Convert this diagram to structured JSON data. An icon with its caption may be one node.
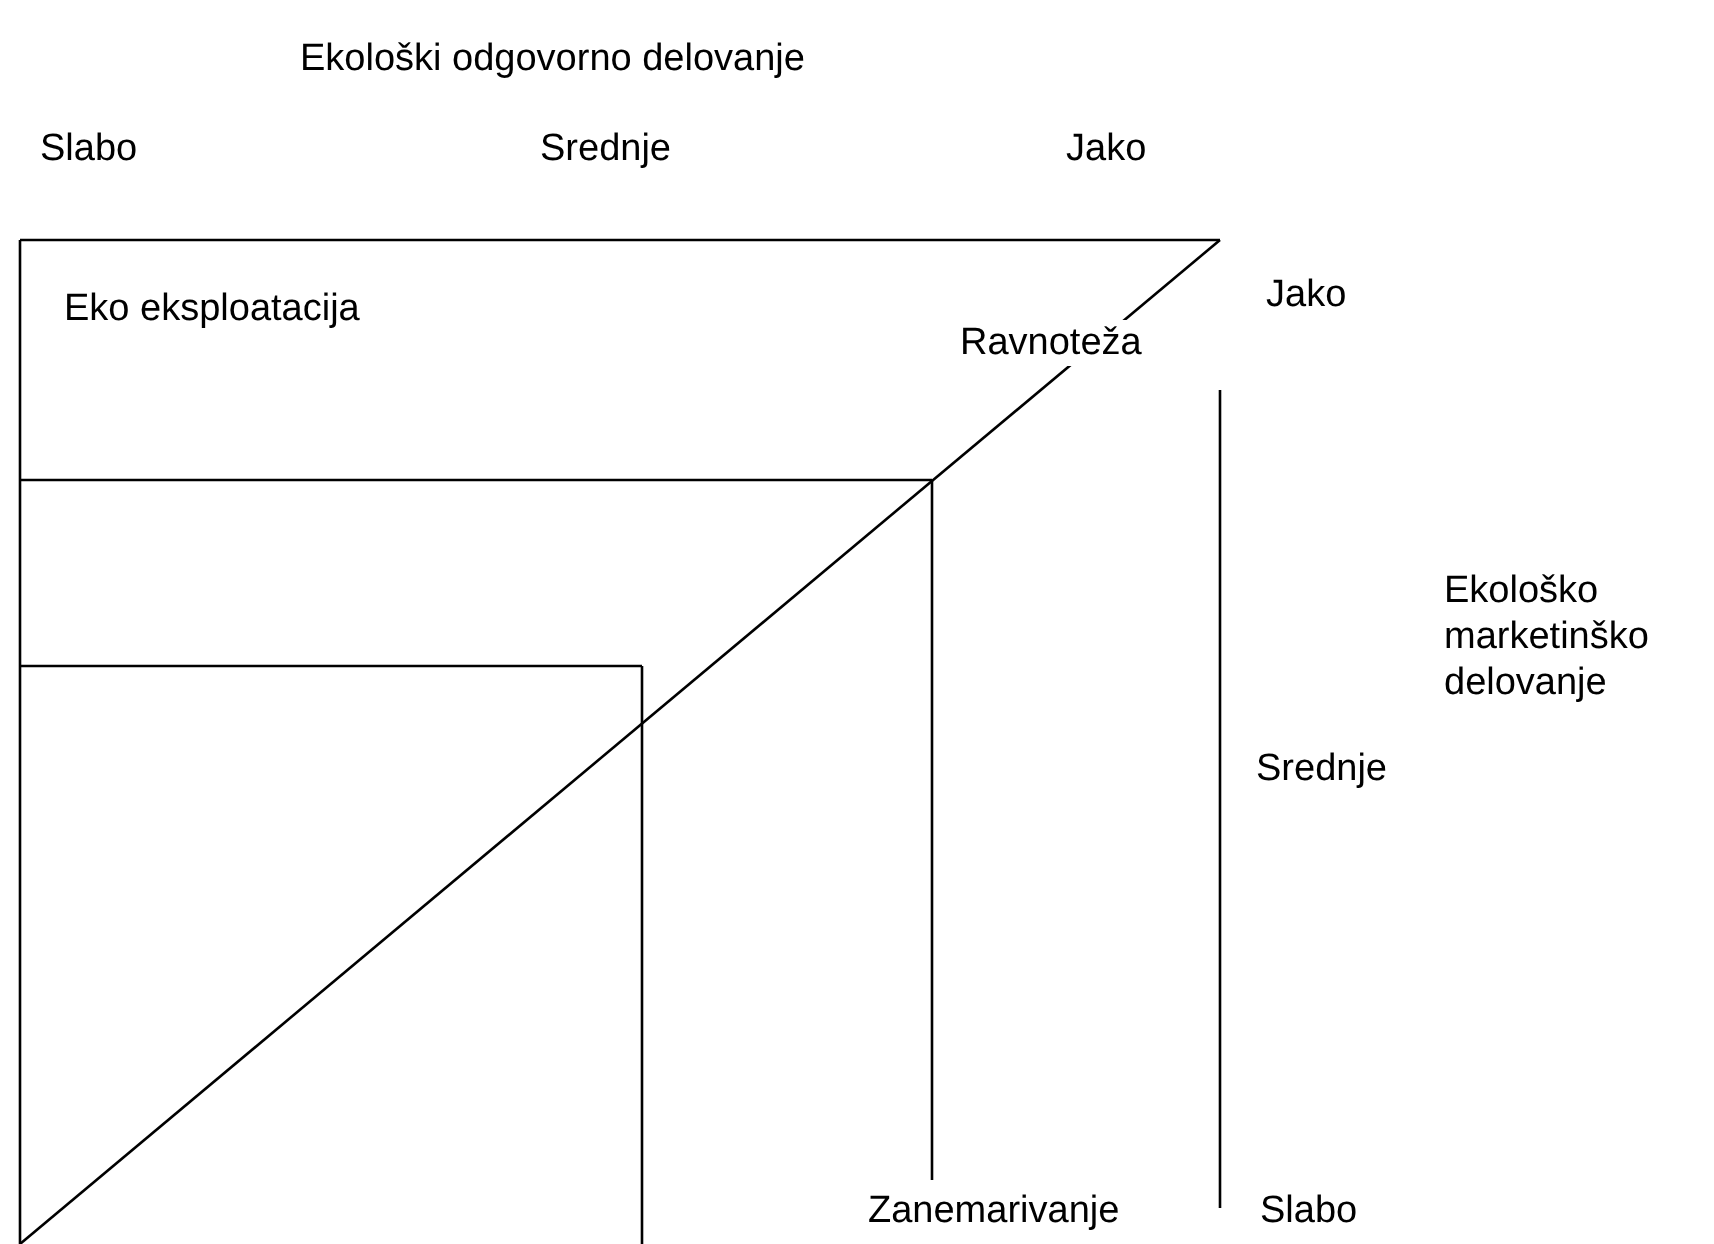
{
  "diagram": {
    "labels": [
      "Ekološki odgovorno delovanje",
      "Slabo",
      "Srednje",
      "Jako",
      "Eko eksploatacija",
      "Ravnoteža",
      "Jako",
      "Ekološko marketinško delovanje",
      "Srednje",
      "Zanemarivanje",
      "Slabo"
    ]
  }
}
